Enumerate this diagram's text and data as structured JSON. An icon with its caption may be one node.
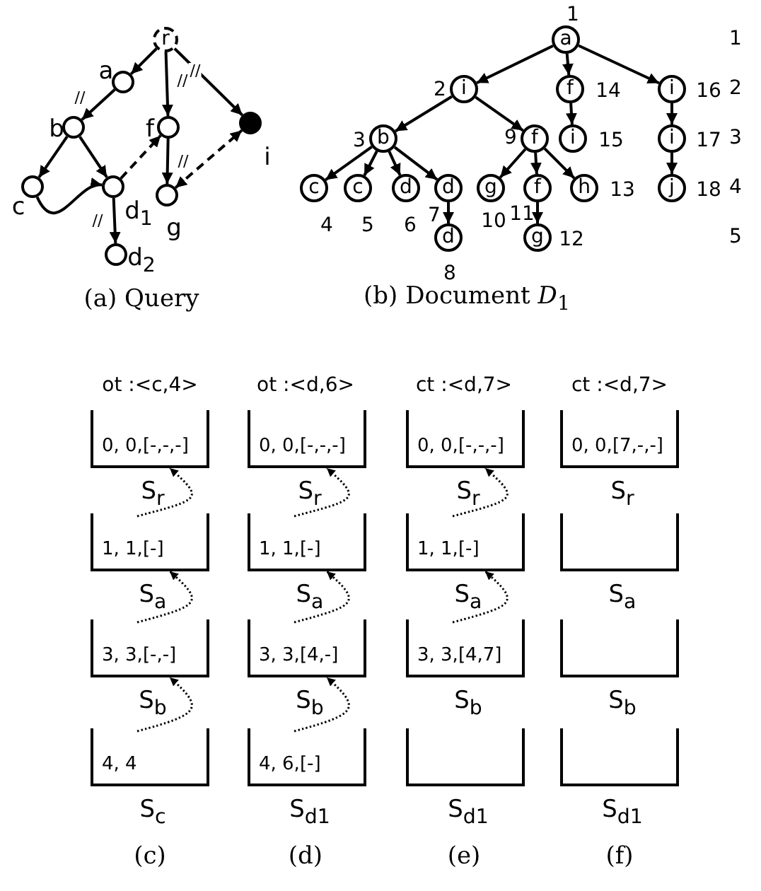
{
  "diagram": {
    "nodes": [
      {
        "text": [
          "r"
        ]
      },
      {
        "text": [],
        "shape": "circle",
        "beside": [
          "a"
        ]
      },
      {
        "text": [],
        "shape": "circle",
        "beside": [
          "b"
        ]
      },
      {
        "text": [],
        "shape": "circle",
        "beside": [
          "f"
        ]
      },
      {
        "text": [],
        "shape": "circle",
        "beside": [
          "i"
        ]
      },
      {
        "text": [],
        "shape": "circle",
        "beside": [
          "c"
        ]
      },
      {
        "text": [],
        "shape": "circle",
        "beside": [
          "d$_{1}$"
        ]
      },
      {
        "text": [],
        "shape": "circle",
        "beside": [
          "g"
        ]
      },
      {
        "text": [],
        "shape": "circle",
        "beside": [
          "d$_{2}$"
        ]
      },
      {
        "text": [
          "a"
        ],
        "beside": [
          "1"
        ]
      },
      {
        "text": [
          "i"
        ],
        "beside": [
          "2"
        ]
      },
      {
        "text": [
          "f"
        ],
        "beside": [
          "14"
        ]
      },
      {
        "text": [
          "i"
        ],
        "beside": [
          "16"
        ]
      },
      {
        "text": [
          "b"
        ],
        "beside": [
          "3"
        ]
      },
      {
        "text": [
          "f"
        ],
        "beside": [
          "9"
        ]
      },
      {
        "text": [
          "i"
        ],
        "beside": [
          "15"
        ]
      },
      {
        "text": [
          "i"
        ],
        "beside": [
          "17"
        ]
      },
      {
        "text": [
          "c"
        ],
        "beside": [
          "4"
        ]
      },
      {
        "text": [
          "c"
        ],
        "beside": [
          "5"
        ]
      },
      {
        "text": [
          "d"
        ],
        "beside": [
          "6"
        ]
      },
      {
        "text": [
          "d"
        ],
        "beside": [
          "7"
        ]
      },
      {
        "text": [
          "g"
        ],
        "beside": [
          "10"
        ]
      },
      {
        "text": [
          "f"
        ],
        "beside": [
          "11"
        ]
      },
      {
        "text": [
          "h"
        ],
        "beside": [
          "13"
        ]
      },
      {
        "text": [
          "j"
        ],
        "beside": [
          "18"
        ]
      },
      {
        "text": [
          "d"
        ],
        "beside": [
          "8"
        ]
      },
      {
        "text": [
          "g"
        ],
        "beside": [
          "12"
        ]
      },
      {
        "text": [
          "0, 0,[-,-,-]"
        ],
        "beside": [
          "S$_{r}$"
        ]
      },
      {
        "text": [
          "1, 1,[-]"
        ],
        "beside": [
          "S$_{a}$"
        ]
      },
      {
        "text": [
          "3, 3,[-,-]"
        ],
        "beside": [
          "S$_{b}$"
        ]
      },
      {
        "text": [
          "4, 4"
        ],
        "beside": [
          "S$_{c}$"
        ]
      },
      {
        "text": [
          "0, 0,[-,-,-]"
        ],
        "beside": [
          "S$_{r}$"
        ]
      },
      {
        "text": [
          "1, 1,[-]"
        ],
        "beside": [
          "S$_{a}$"
        ]
      },
      {
        "text": [
          "3, 3,[4,-]"
        ],
        "beside": [
          "S$_{b}$"
        ]
      },
      {
        "text": [
          "4, 6,[-]"
        ],
        "beside": [
          "S$_{d1}$"
        ]
      },
      {
        "text": [
          "0, 0,[-,-,-]"
        ],
        "beside": [
          "S$_{r}$"
        ]
      },
      {
        "text": [
          "1, 1,[-]"
        ],
        "beside": [
          "S$_{a}$"
        ]
      },
      {
        "text": [
          "3, 3,[4,7]"
        ],
        "beside": [
          "S$_{b}$"
        ]
      },
      {
        "text": [],
        "shape": "box",
        "beside": [
          "S$_{d1}$"
        ]
      },
      {
        "text": [
          "0, 0,[7,-,-]"
        ],
        "beside": [
          "S$_{r}$"
        ]
      },
      {
        "text": [],
        "shape": "box",
        "beside": [
          "S$_{a}$"
        ]
      },
      {
        "text": [],
        "shape": "box",
        "beside": [
          "S$_{b}$"
        ]
      },
      {
        "text": [],
        "shape": "box",
        "beside": [
          "S$_{d1}$"
        ]
      }
    ],
    "edges": [
      {
        "from": 0,
        "to": 1,
        "arrow": "to"
      },
      {
        "from": 1,
        "to": 2,
        "arrow": "to",
        "label": "//"
      },
      {
        "from": 0,
        "to": 3,
        "arrow": "to",
        "label": "//"
      },
      {
        "from": 0,
        "to": 4,
        "arrow": "to",
        "label": "//"
      },
      {
        "from": 2,
        "to": 5,
        "arrow": "to"
      },
      {
        "from": 2,
        "to": 6,
        "arrow": "to"
      },
      {
        "from": 3,
        "to": 7,
        "arrow": "to",
        "label": "//"
      },
      {
        "from": 6,
        "to": 8,
        "arrow": "to",
        "label": "//"
      },
      {
        "from": 5,
        "to": 6,
        "arrow": "to"
      },
      {
        "from": 6,
        "to": 3,
        "arrow": "to",
        "style": "dashed"
      },
      {
        "from": 7,
        "to": 4,
        "arrow": "both",
        "style": "dashed"
      },
      {
        "from": 9,
        "to": 10,
        "arrow": "to"
      },
      {
        "from": 9,
        "to": 11,
        "arrow": "to"
      },
      {
        "from": 9,
        "to": 12,
        "arrow": "to"
      },
      {
        "from": 10,
        "to": 13,
        "arrow": "to"
      },
      {
        "from": 10,
        "to": 14,
        "arrow": "to"
      },
      {
        "from": 11,
        "to": 15,
        "arrow": "to"
      },
      {
        "from": 12,
        "to": 16,
        "arrow": "to"
      },
      {
        "from": 16,
        "to": 24,
        "arrow": "to"
      },
      {
        "from": 13,
        "to": 17,
        "arrow": "to"
      },
      {
        "from": 13,
        "to": 18,
        "arrow": "to"
      },
      {
        "from": 13,
        "to": 19,
        "arrow": "to"
      },
      {
        "from": 13,
        "to": 20,
        "arrow": "to"
      },
      {
        "from": 20,
        "to": 25,
        "arrow": "to"
      },
      {
        "from": 14,
        "to": 21,
        "arrow": "to"
      },
      {
        "from": 14,
        "to": 22,
        "arrow": "to"
      },
      {
        "from": 14,
        "to": 23,
        "arrow": "to"
      },
      {
        "from": 22,
        "to": 26,
        "arrow": "to"
      },
      {
        "from": 28,
        "to": 27,
        "arrow": "to",
        "style": "dashed"
      },
      {
        "from": 29,
        "to": 28,
        "arrow": "to",
        "style": "dashed"
      },
      {
        "from": 30,
        "to": 29,
        "arrow": "to",
        "style": "dashed"
      },
      {
        "from": 32,
        "to": 31,
        "arrow": "to",
        "style": "dashed"
      },
      {
        "from": 33,
        "to": 32,
        "arrow": "to",
        "style": "dashed"
      },
      {
        "from": 34,
        "to": 33,
        "arrow": "to",
        "style": "dashed"
      },
      {
        "from": 36,
        "to": 35,
        "arrow": "to",
        "style": "dashed"
      },
      {
        "from": 37,
        "to": 36,
        "arrow": "to",
        "style": "dashed"
      }
    ],
    "labels": [
      "(a) Query",
      "(b) Document *D*$_{1}$",
      "1",
      "2",
      "3",
      "4",
      "5",
      "ot :<c,4>",
      "ot :<d,6>",
      "ct :<d,7>",
      "ct :<d,7>",
      "(c)",
      "(d)",
      "(e)",
      "(f)"
    ]
  }
}
